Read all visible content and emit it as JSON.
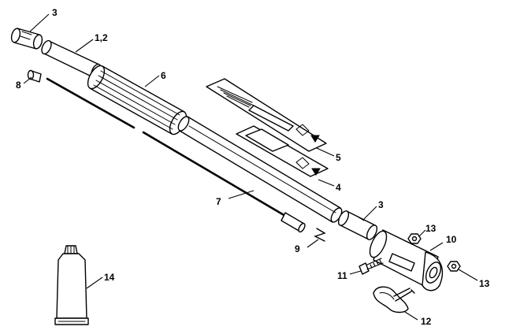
{
  "callouts": {
    "c3_top": "3",
    "c1_2": "1,2",
    "c8": "8",
    "c6": "6",
    "c5": "5",
    "c4": "4",
    "c7": "7",
    "c3_mid": "3",
    "c9": "9",
    "c13_top": "13",
    "c10": "10",
    "c11": "11",
    "c13_right": "13",
    "c14": "14",
    "c12": "12"
  },
  "colors": {
    "line": "#000000",
    "background": "#ffffff"
  }
}
